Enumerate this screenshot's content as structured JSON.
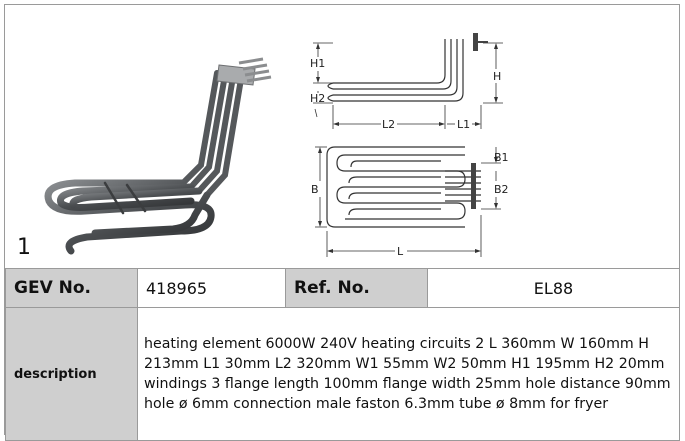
{
  "figure": {
    "number": "1",
    "dimension_labels": {
      "h1": "H1",
      "h": "H",
      "h2": "H2",
      "l2": "L2",
      "l1": "L1",
      "b1": "B1",
      "b": "B",
      "b2": "B2",
      "l": "L"
    }
  },
  "spec": {
    "gev_label": "GEV No.",
    "gev_value": "418965",
    "ref_label": "Ref. No.",
    "ref_value": "EL88",
    "description_label": "description",
    "description_text": "heating element  6000W 240V heating circuits 2 L 360mm W 160mm H 213mm L1 30mm L2 320mm W1 55mm W2 50mm H1 195mm H2 20mm windings 3 flange length 100mm flange width 25mm hole distance 90mm hole ø 6mm connection male faston 6.3mm tube ø 8mm for fryer"
  }
}
